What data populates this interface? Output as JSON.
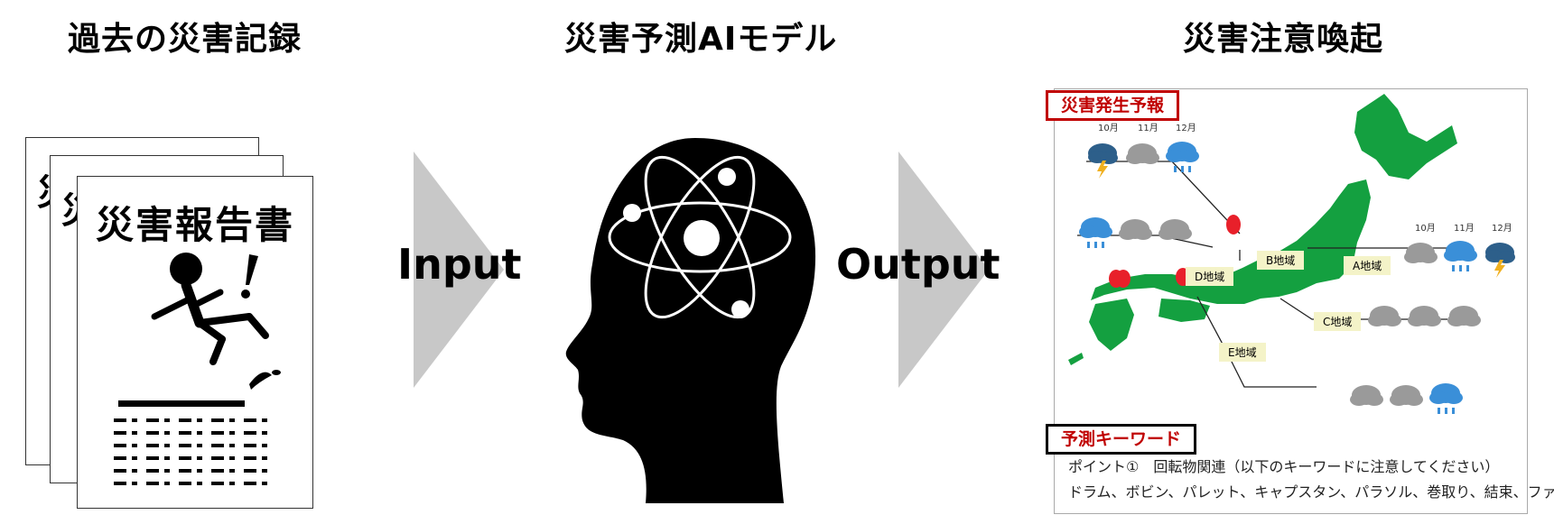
{
  "titles": {
    "left": "過去の災害記録",
    "middle": "災害予測AIモデル",
    "right": "災害注意喚起"
  },
  "report": {
    "title": "災害報告書",
    "peek_char": "災"
  },
  "arrows": {
    "input": "Input",
    "output": "Output"
  },
  "forecast": {
    "label": "災害発生予報",
    "months": [
      "10月",
      "11月",
      "12月"
    ],
    "regions": [
      "A地域",
      "B地域",
      "C地域",
      "D地域",
      "E地域"
    ]
  },
  "keywords": {
    "label": "予測キーワード",
    "line1": "ポイント①　回転物関連（以下のキーワードに注意してください）",
    "line2": "ドラム、ボビン、パレット、キャプスタン、パラソル、巻取り、結束、ファン"
  },
  "colors": {
    "map_green": "#14a040",
    "alert_red": "#e8202a",
    "label_red": "#c00000",
    "arrow_gray": "#c8c8c8",
    "region_label_bg": "#f4f3c8",
    "cloud_gray": "#9a9a9a",
    "rain_blue": "#3a8fd8"
  }
}
